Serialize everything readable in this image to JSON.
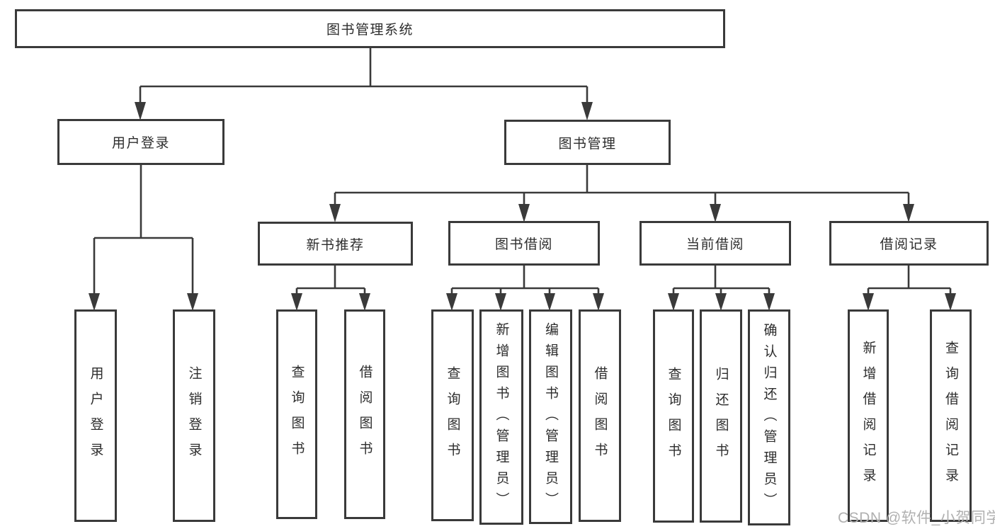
{
  "tree": {
    "label": "图书管理系统",
    "children": [
      {
        "label": "用户登录",
        "children": [
          {
            "label": "用户登录"
          },
          {
            "label": "注销登录"
          }
        ]
      },
      {
        "label": "图书管理",
        "children": [
          {
            "label": "新书推荐",
            "children": [
              {
                "label": "查询图书"
              },
              {
                "label": "借阅图书"
              }
            ]
          },
          {
            "label": "图书借阅",
            "children": [
              {
                "label": "查询图书"
              },
              {
                "label": "新增图书（管理员）"
              },
              {
                "label": "编辑图书（管理员）"
              },
              {
                "label": "借阅图书"
              }
            ]
          },
          {
            "label": "当前借阅",
            "children": [
              {
                "label": "查询图书"
              },
              {
                "label": "归还图书"
              },
              {
                "label": "确认归还（管理员）"
              }
            ]
          },
          {
            "label": "借阅记录",
            "children": [
              {
                "label": "新增借阅记录"
              },
              {
                "label": "查询借阅记录"
              }
            ]
          }
        ]
      }
    ]
  },
  "watermark": {
    "text": "CSDN @软件_小贺同学"
  },
  "colors": {
    "line": "#3a3a3a",
    "box_border": "#3a3a3a",
    "text": "#2d2d2d",
    "watermark": "#b0b0b0",
    "background": "#ffffff"
  }
}
